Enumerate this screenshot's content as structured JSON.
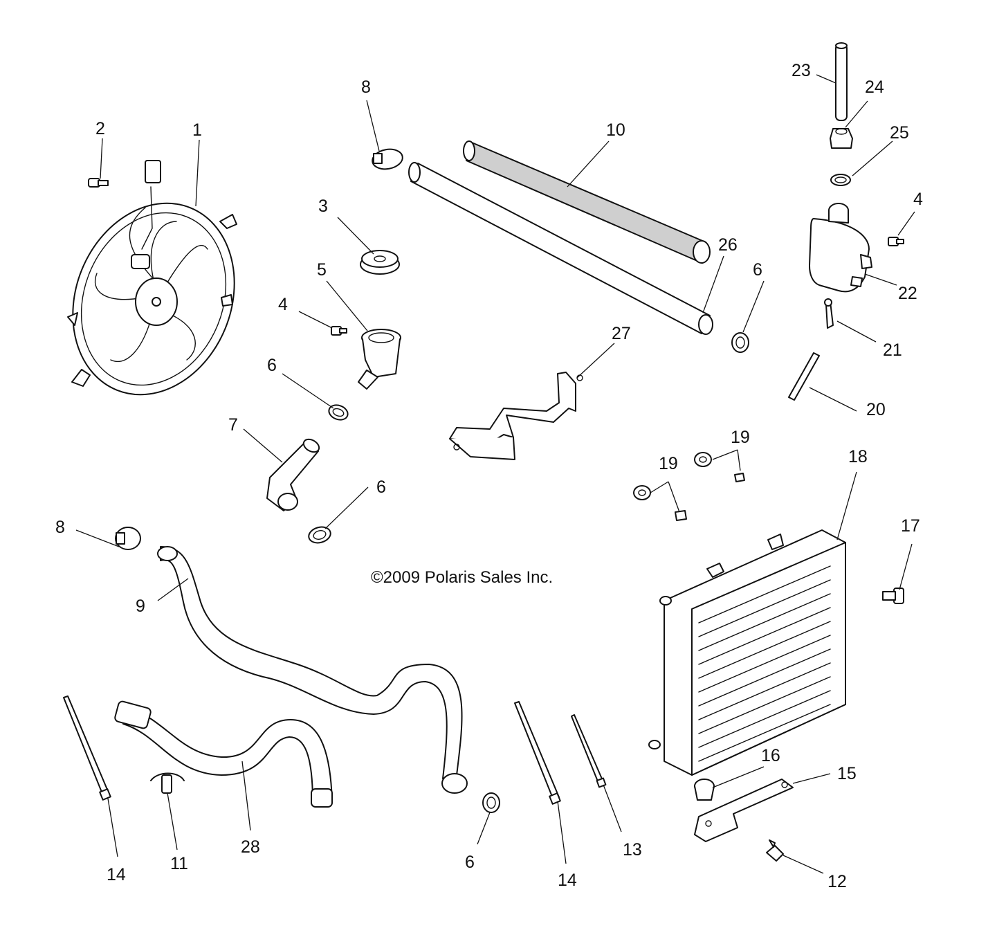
{
  "copyright": "©2009 Polaris Sales Inc.",
  "callouts": [
    {
      "id": "c1",
      "label": "1"
    },
    {
      "id": "c2",
      "label": "2"
    },
    {
      "id": "c3",
      "label": "3"
    },
    {
      "id": "c4a",
      "label": "4"
    },
    {
      "id": "c4b",
      "label": "4"
    },
    {
      "id": "c5",
      "label": "5"
    },
    {
      "id": "c6a",
      "label": "6"
    },
    {
      "id": "c6b",
      "label": "6"
    },
    {
      "id": "c6c",
      "label": "6"
    },
    {
      "id": "c6d",
      "label": "6"
    },
    {
      "id": "c7",
      "label": "7"
    },
    {
      "id": "c8a",
      "label": "8"
    },
    {
      "id": "c8b",
      "label": "8"
    },
    {
      "id": "c9",
      "label": "9"
    },
    {
      "id": "c10",
      "label": "10"
    },
    {
      "id": "c11",
      "label": "11"
    },
    {
      "id": "c12",
      "label": "12"
    },
    {
      "id": "c13",
      "label": "13"
    },
    {
      "id": "c14a",
      "label": "14"
    },
    {
      "id": "c14b",
      "label": "14"
    },
    {
      "id": "c15",
      "label": "15"
    },
    {
      "id": "c16",
      "label": "16"
    },
    {
      "id": "c17",
      "label": "17"
    },
    {
      "id": "c18",
      "label": "18"
    },
    {
      "id": "c19a",
      "label": "19"
    },
    {
      "id": "c19b",
      "label": "19"
    },
    {
      "id": "c20",
      "label": "20"
    },
    {
      "id": "c21",
      "label": "21"
    },
    {
      "id": "c22",
      "label": "22"
    },
    {
      "id": "c23",
      "label": "23"
    },
    {
      "id": "c24",
      "label": "24"
    },
    {
      "id": "c25",
      "label": "25"
    },
    {
      "id": "c26",
      "label": "26"
    },
    {
      "id": "c27",
      "label": "27"
    },
    {
      "id": "c28",
      "label": "28"
    }
  ]
}
